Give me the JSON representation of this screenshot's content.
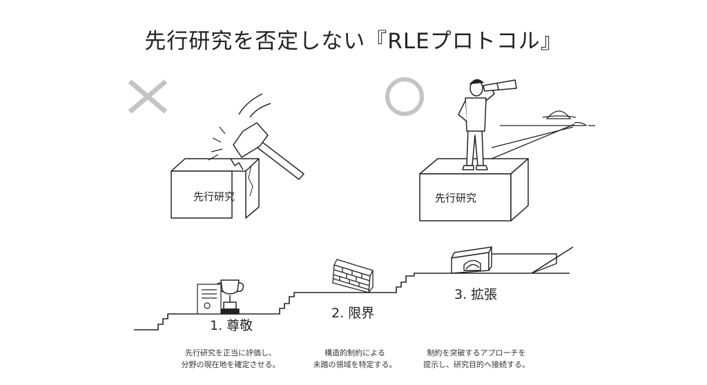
{
  "title": "先行研究を否定しない『RLEプロトコル』",
  "panels": {
    "wrong_mark": "×",
    "right_mark": "○",
    "left_box_label": "先行研究",
    "right_box_label": "先行研究"
  },
  "steps": [
    {
      "label": "1. 尊敬",
      "desc_line1": "先行研究を正当に評価し、",
      "desc_line2": "分野の現在地を確定させる。"
    },
    {
      "label": "2. 限界",
      "desc_line1": "構造的制約による",
      "desc_line2": "未踏の領域を特定する。"
    },
    {
      "label": "3. 拡張",
      "desc_line1": "制約を突破するアプローチを",
      "desc_line2": "提示し、研究目的へ接続する。"
    }
  ],
  "colors": {
    "ink": "#222222",
    "mark_gray": "#c4c4c4",
    "background": "#ffffff"
  }
}
